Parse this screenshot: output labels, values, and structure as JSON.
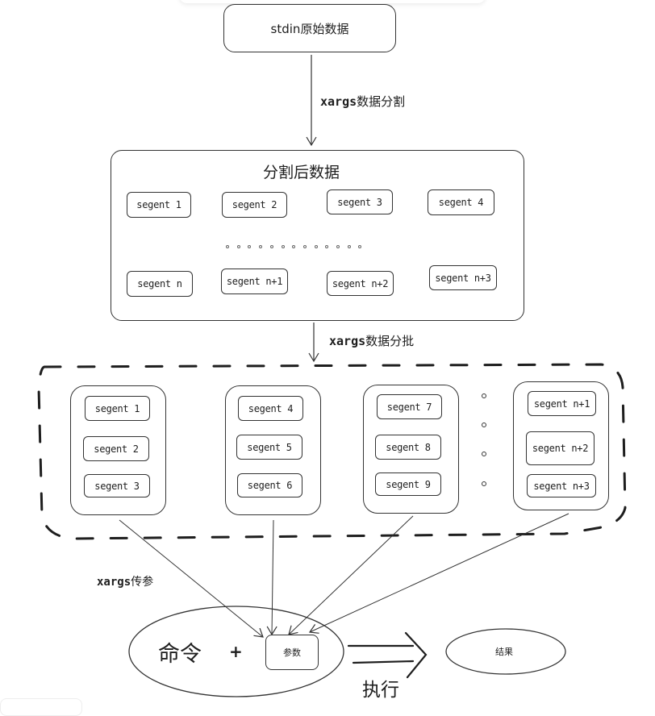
{
  "stdin_box": {
    "label": "stdin原始数据"
  },
  "arrow_split": {
    "label_prefix": "xargs",
    "label_suffix": "数据分割"
  },
  "split_container": {
    "title": "分割后数据",
    "row1": [
      "segent 1",
      "segent 2",
      "segent 3",
      "segent 4"
    ],
    "ellipsis": "。。。。。。。。。。。。。",
    "row2": [
      "segent n",
      "segent n+1",
      "segent n+2",
      "segent n+3"
    ]
  },
  "arrow_batch": {
    "label_prefix": "xargs",
    "label_suffix": "数据分批"
  },
  "batches": [
    {
      "items": [
        "segent 1",
        "segent 2",
        "segent 3"
      ]
    },
    {
      "items": [
        "segent 4",
        "segent 5",
        "segent 6"
      ]
    },
    {
      "items": [
        "segent 7",
        "segent 8",
        "segent 9"
      ]
    },
    {
      "items": [
        "segent n+1",
        "segent n+2",
        "segent n+3"
      ]
    }
  ],
  "pass_args_label": {
    "prefix": "xargs",
    "suffix": "传参"
  },
  "command_ellipse": {
    "command": "命令",
    "plus": "+",
    "args": "参数"
  },
  "execute_label": "执行",
  "result_ellipse": {
    "label": "结果"
  },
  "colors": {
    "stroke": "#1e1e1e",
    "background": "#ffffff"
  }
}
